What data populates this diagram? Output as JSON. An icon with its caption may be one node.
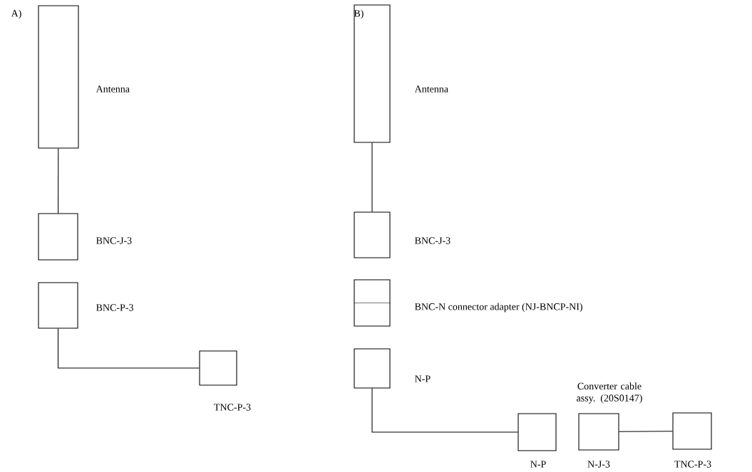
{
  "diagram": {
    "nodes": [
      {
        "text": [],
        "shape": "box",
        "beside": [
          "Antenna"
        ]
      },
      {
        "text": [],
        "shape": "box",
        "beside": [
          "BNC-J-3"
        ]
      },
      {
        "text": [],
        "shape": "box",
        "beside": [
          "BNC-P-3"
        ]
      },
      {
        "text": [],
        "shape": "box",
        "beside": [
          "TNC-P-3"
        ]
      },
      {
        "text": [],
        "shape": "box",
        "beside": [
          "Antenna"
        ]
      },
      {
        "text": [],
        "shape": "box",
        "beside": [
          "BNC-J-3"
        ]
      },
      {
        "text": [],
        "shape": "box",
        "beside": [
          "BNC-N connector adapter (NJ-BNCP-NI)"
        ]
      },
      {
        "text": [],
        "shape": "box",
        "beside": [
          "N-P"
        ]
      },
      {
        "text": [],
        "shape": "box",
        "beside": [
          "N-P"
        ]
      },
      {
        "text": [],
        "shape": "box",
        "beside": [
          "N-J-3"
        ]
      },
      {
        "text": [],
        "shape": "box",
        "beside": [
          "TNC-P-3"
        ]
      }
    ],
    "edges": [
      {
        "from": 0,
        "to": 1,
        "arrow": "none"
      },
      {
        "from": 2,
        "to": 3,
        "arrow": "none"
      },
      {
        "from": 4,
        "to": 5,
        "arrow": "none"
      },
      {
        "from": 7,
        "to": 8,
        "arrow": "none"
      },
      {
        "from": 9,
        "to": 10,
        "arrow": "none"
      }
    ],
    "labels": [
      "A)",
      "B)",
      "Converter cable assy. (20S0147)"
    ]
  }
}
